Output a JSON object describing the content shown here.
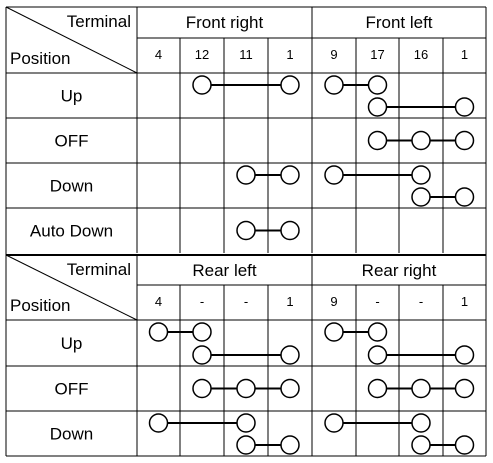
{
  "sections": [
    {
      "corner_top": "Terminal",
      "corner_bottom": "Position",
      "groups": [
        {
          "title": "Front right",
          "terminals": [
            "4",
            "12",
            "11",
            "1"
          ]
        },
        {
          "title": "Front left",
          "terminals": [
            "9",
            "17",
            "16",
            "1"
          ]
        }
      ],
      "rows": [
        {
          "label": "Up",
          "links": [
            {
              "row": 0,
              "from": 1,
              "to": 3
            },
            {
              "row": 0,
              "from": 4,
              "to": 5
            },
            {
              "row": 1,
              "from": 5,
              "to": 7
            }
          ]
        },
        {
          "label": "OFF",
          "links": [
            {
              "row": 0,
              "from": 5,
              "to": 7,
              "nodes": [
                5,
                6,
                7
              ]
            }
          ]
        },
        {
          "label": "Down",
          "links": [
            {
              "row": 0,
              "from": 2,
              "to": 3
            },
            {
              "row": 0,
              "from": 4,
              "to": 6
            },
            {
              "row": 1,
              "from": 6,
              "to": 7
            }
          ]
        },
        {
          "label": "Auto Down",
          "links": [
            {
              "row": 0,
              "from": 2,
              "to": 3
            }
          ]
        }
      ]
    },
    {
      "corner_top": "Terminal",
      "corner_bottom": "Position",
      "groups": [
        {
          "title": "Rear left",
          "terminals": [
            "4",
            "-",
            "-",
            "1"
          ]
        },
        {
          "title": "Rear right",
          "terminals": [
            "9",
            "-",
            "-",
            "1"
          ]
        }
      ],
      "rows": [
        {
          "label": "Up",
          "links": [
            {
              "row": 0,
              "from": 0,
              "to": 1
            },
            {
              "row": 1,
              "from": 1,
              "to": 3
            },
            {
              "row": 0,
              "from": 4,
              "to": 5
            },
            {
              "row": 1,
              "from": 5,
              "to": 7
            }
          ]
        },
        {
          "label": "OFF",
          "links": [
            {
              "row": 0,
              "from": 1,
              "to": 3,
              "nodes": [
                1,
                2,
                3
              ]
            },
            {
              "row": 0,
              "from": 5,
              "to": 7,
              "nodes": [
                5,
                6,
                7
              ]
            }
          ]
        },
        {
          "label": "Down",
          "links": [
            {
              "row": 0,
              "from": 0,
              "to": 2
            },
            {
              "row": 1,
              "from": 2,
              "to": 3
            },
            {
              "row": 0,
              "from": 4,
              "to": 6
            },
            {
              "row": 1,
              "from": 6,
              "to": 7
            }
          ]
        }
      ]
    }
  ]
}
